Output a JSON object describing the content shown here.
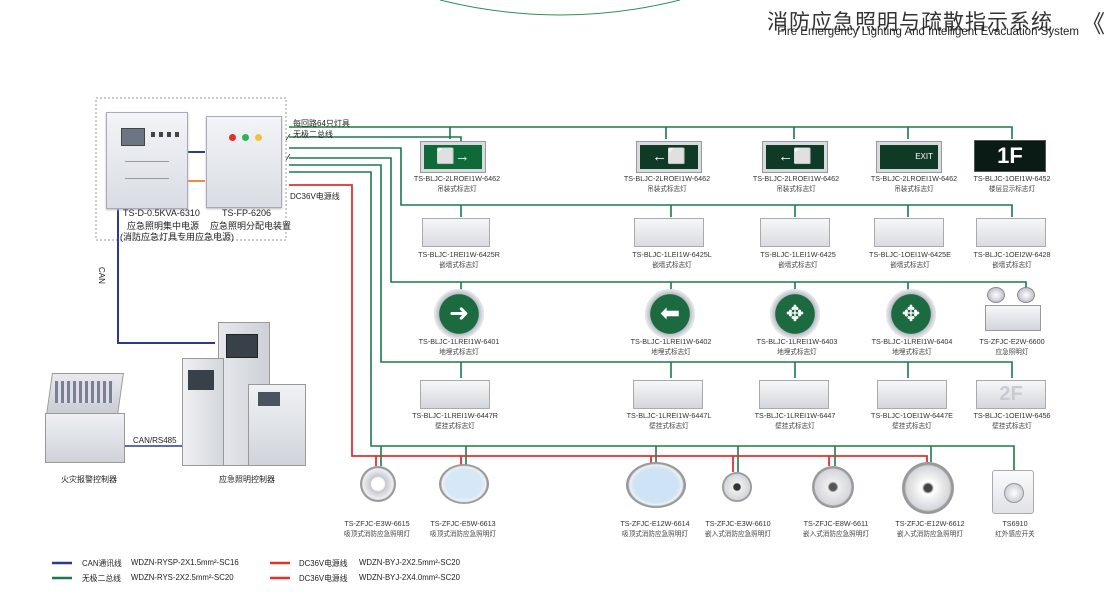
{
  "header": {
    "title_cn": "消防应急照明与疏散指示系统",
    "title_en": "Fire Emergency Lighting And Intelligent Evacuation System",
    "chevron": "《"
  },
  "cabinet": {
    "power_code": "TS-D-0.5KVA-6310",
    "power_name": "应急照明集中电源",
    "power_note": "(消防应急灯具专用应急电源)",
    "dist_code": "TS-FP-6206",
    "dist_name": "应急照明分配电装置"
  },
  "bus_labels": {
    "per_loop": "每回路64只灯具",
    "nonpolar": "无极二总线",
    "dc36v": "DC36V电源线",
    "can": "CAN",
    "can_rs485": "CAN/RS485"
  },
  "controllers": {
    "fire_alarm": "火灾报警控制器",
    "emergency": "应急照明控制器"
  },
  "row1": [
    {
      "code": "TS-BLJC-2LROEⅠ1W-6462",
      "desc": "吊装式标志灯",
      "icon": "exit-arrow-right-sign"
    },
    {
      "code": "TS-BLJC-2LROEⅠ1W-6462",
      "desc": "吊装式标志灯",
      "icon": "exit-arrow-left-sign"
    },
    {
      "code": "TS-BLJC-2LROEⅠ1W-6462",
      "desc": "吊装式标志灯",
      "icon": "exit-arrow-left-sign"
    },
    {
      "code": "TS-BLJC-2LROEⅠ1W-6462",
      "desc": "吊装式标志灯",
      "icon": "exit-text-sign",
      "sign_text": "EXIT"
    },
    {
      "code": "TS-BLJC-1OEⅠ1W-6452",
      "desc": "楼层显示标志灯",
      "icon": "floor-sign",
      "sign_text": "1F"
    }
  ],
  "row2": [
    {
      "code": "TS-BLJC-1REⅠ1W-6425R",
      "desc": "嵌墙式标志灯"
    },
    {
      "code": "TS-BLJC-1LEⅠ1W-6425L",
      "desc": "嵌墙式标志灯"
    },
    {
      "code": "TS-BLJC-1LEⅠ1W-6425",
      "desc": "嵌墙式标志灯"
    },
    {
      "code": "TS-BLJC-1OEⅠ1W-6425E",
      "desc": "嵌墙式标志灯"
    },
    {
      "code": "TS-BLJC-1OEⅠ2W-6428",
      "desc": "嵌墙式标志灯"
    }
  ],
  "row3": [
    {
      "code": "TS-BLJC-1LREⅠ1W-6401",
      "desc": "地埋式标志灯",
      "icon": "arrow-right-disc"
    },
    {
      "code": "TS-BLJC-1LREⅠ1W-6402",
      "desc": "地埋式标志灯",
      "icon": "arrow-left-disc"
    },
    {
      "code": "TS-BLJC-1LREⅠ1W-6403",
      "desc": "地埋式标志灯",
      "icon": "arrow-double-disc"
    },
    {
      "code": "TS-BLJC-1LREⅠ1W-6404",
      "desc": "地埋式标志灯",
      "icon": "arrow-cross-disc"
    },
    {
      "code": "TS-ZFJC-E2W-6600",
      "desc": "应急照明灯",
      "icon": "twin-spot-lamp"
    }
  ],
  "row4": [
    {
      "code": "TS-BLJC-1LREⅠ1W-6447R",
      "desc": "壁挂式标志灯"
    },
    {
      "code": "TS-BLJC-1LREⅠ1W-6447L",
      "desc": "壁挂式标志灯"
    },
    {
      "code": "TS-BLJC-1LREⅠ1W-6447",
      "desc": "壁挂式标志灯"
    },
    {
      "code": "TS-BLJC-1OEⅠ1W-6447E",
      "desc": "壁挂式标志灯"
    },
    {
      "code": "TS-BLJC-1OEⅠ1W-6456",
      "desc": "壁挂式标志灯",
      "sign_text": "2F"
    }
  ],
  "row5": [
    {
      "code": "TS-ZFJC-E3W-6615",
      "desc": "吸顶式消防应急照明灯"
    },
    {
      "code": "TS-ZFJC-E5W-6613",
      "desc": "吸顶式消防应急照明灯"
    },
    {
      "code": "TS-ZFJC-E12W-6614",
      "desc": "吸顶式消防应急照明灯"
    },
    {
      "code": "TS-ZFJC-E3W-6610",
      "desc": "嵌入式消防应急照明灯"
    },
    {
      "code": "TS-ZFJC-E8W-6611",
      "desc": "嵌入式消防应急照明灯"
    },
    {
      "code": "TS-ZFJC-E12W-6612",
      "desc": "嵌入式消防应急照明灯"
    },
    {
      "code": "TS6910",
      "desc": "红外感应开关"
    }
  ],
  "legend": [
    {
      "name": "CAN通讯线",
      "spec": "WDZN-RYSP-2X1.5mm²-SC16",
      "color": "#2b3a8f"
    },
    {
      "name": "无极二总线",
      "spec": "WDZN-RYS-2X2.5mm²-SC20",
      "color": "#1a7a4e"
    },
    {
      "name": "DC36V电源线",
      "spec": "WDZN-BYJ-2X2.5mm²-SC20",
      "color": "#e0312f"
    },
    {
      "name": "DC36V电源线",
      "spec": "WDZN-BYJ-2X4.0mm²-SC20",
      "color": "#e0312f"
    }
  ],
  "colors": {
    "can": "#2b3a8f",
    "bus": "#1a7a4e",
    "power": "#e0312f",
    "power_orange": "#f08a3c",
    "sign_green": "#1f8f4e"
  }
}
